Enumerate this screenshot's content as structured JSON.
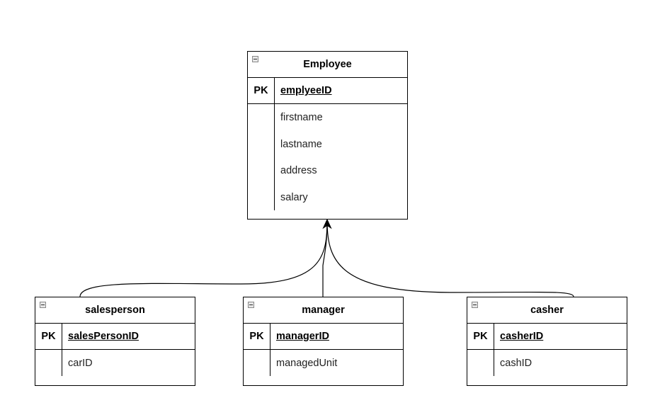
{
  "diagram": {
    "type": "er-diagram",
    "entities": {
      "employee": {
        "title": "Employee",
        "pk_label": "PK",
        "pk": "emplyeeID",
        "attributes": [
          "firstname",
          "lastname",
          "address",
          "salary"
        ]
      },
      "salesperson": {
        "title": "salesperson",
        "pk_label": "PK",
        "pk": "salesPersonID",
        "attributes": [
          "carID"
        ]
      },
      "manager": {
        "title": "manager",
        "pk_label": "PK",
        "pk": "managerID",
        "attributes": [
          "managedUnit"
        ]
      },
      "casher": {
        "title": "casher",
        "pk_label": "PK",
        "pk": "casherID",
        "attributes": [
          "cashID"
        ]
      }
    },
    "relations": [
      {
        "from": "salesperson",
        "to": "Employee",
        "kind": "inheritance"
      },
      {
        "from": "manager",
        "to": "Employee",
        "kind": "inheritance"
      },
      {
        "from": "casher",
        "to": "Employee",
        "kind": "inheritance"
      }
    ],
    "icons": {
      "collapse": "collapse-icon"
    }
  }
}
